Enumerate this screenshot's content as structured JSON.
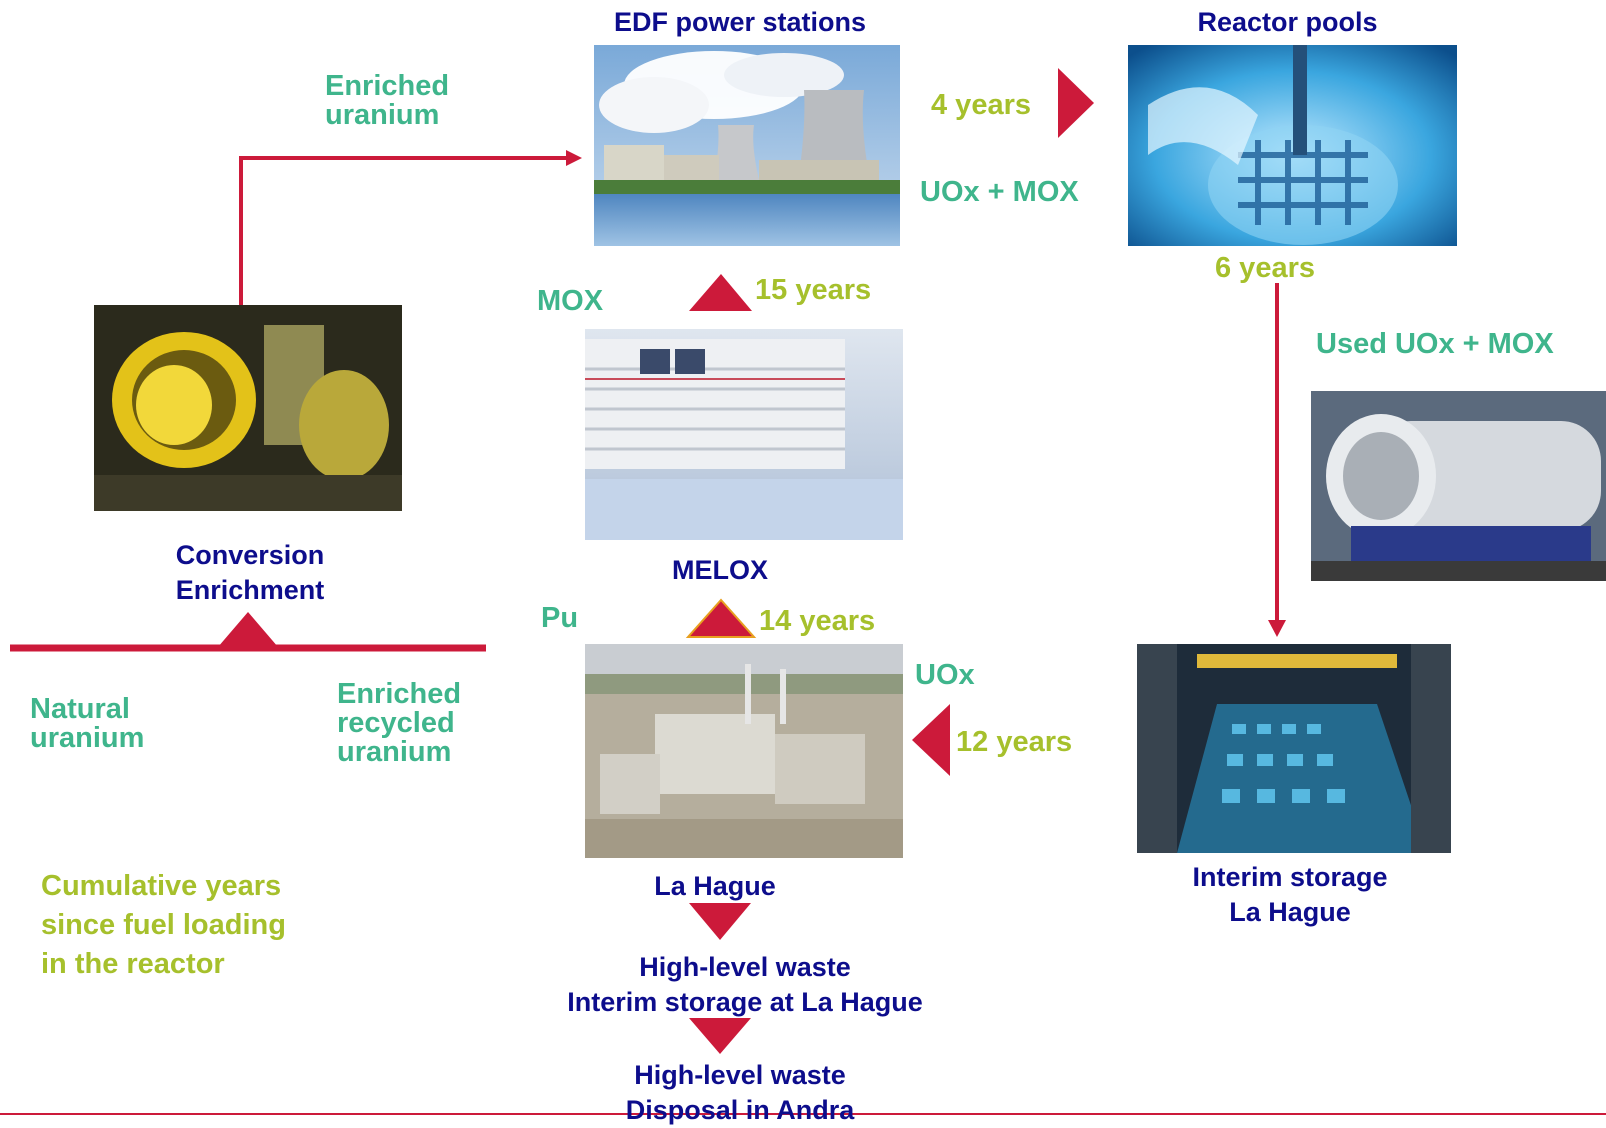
{
  "nodes": {
    "edf": "EDF power stations",
    "reactor_pools": "Reactor pools",
    "conversion": [
      "Conversion",
      "Enrichment"
    ],
    "melox": "MELOX",
    "la_hague": "La Hague",
    "interim_storage": [
      "Interim storage",
      "La Hague"
    ],
    "hlw_interim": [
      "High-level waste",
      "Interim storage at La Hague"
    ],
    "hlw_disposal": [
      "High-level waste",
      "Disposal in Andra"
    ]
  },
  "materials": {
    "enriched_uranium": [
      "Enriched",
      "uranium"
    ],
    "uox_mox": "UOx + MOX",
    "mox": "MOX",
    "pu": "Pu",
    "uox": "UOx",
    "used_uox_mox": "Used UOx + MOX",
    "natural_uranium": [
      "Natural",
      "uranium"
    ],
    "enriched_recycled_uranium": [
      "Enriched",
      "recycled",
      "uranium"
    ]
  },
  "years": {
    "y4": "4 years",
    "y6": "6 years",
    "y15": "15 years",
    "y14": "14 years",
    "y12": "12 years"
  },
  "legend": [
    "Cumulative years",
    "since fuel loading",
    "in the reactor"
  ],
  "colors": {
    "navy": "#0d0d8c",
    "teal": "#3fb58c",
    "lime": "#a6c02c",
    "red": "#cc1a3a"
  }
}
